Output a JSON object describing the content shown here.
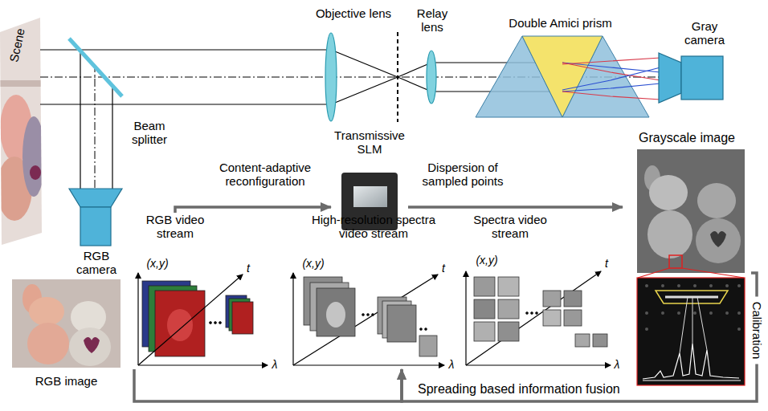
{
  "diagram": {
    "nodes": [
      {
        "text": [
          "Transmissive SLM"
        ]
      },
      {
        "text": [
          "Grayscale image"
        ]
      },
      {
        "text": [
          "RGB video stream"
        ]
      },
      {
        "text": [
          "High-resolution spectra video stream"
        ]
      },
      {
        "text": [
          "Spectra video stream"
        ]
      }
    ],
    "edges": [
      {
        "from": 2,
        "to": 0,
        "label": "Content-adaptive reconfiguration",
        "arrow": "to"
      },
      {
        "from": 0,
        "to": 1,
        "label": "Dispersion of sampled points",
        "arrow": "to"
      },
      {
        "from": 1,
        "to": 3,
        "label": "Calibration",
        "arrow": "to"
      },
      {
        "from": 2,
        "to": 3,
        "label": "Spreading based information fusion",
        "arrow": "to"
      }
    ],
    "labels": [
      "Scene",
      "Beam splitter",
      "RGB camera",
      "RGB image",
      "Objective lens",
      "Relay lens",
      "Double Amici prism",
      "Gray camera",
      "(x,y)",
      "t",
      "λ",
      "(x,y)",
      "t",
      "λ",
      "(x,y)",
      "t",
      "λ"
    ]
  }
}
